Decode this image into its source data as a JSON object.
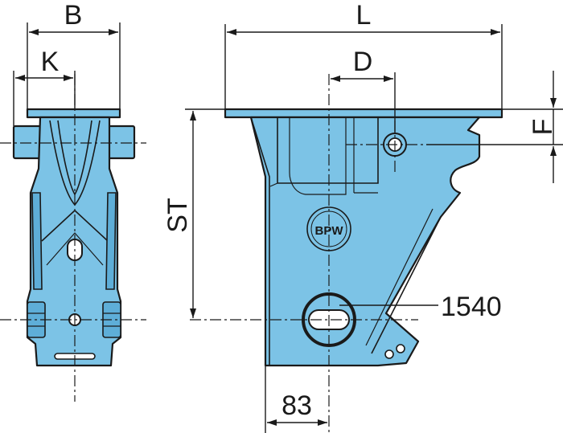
{
  "dimensions": {
    "B": "B",
    "K": "K",
    "L": "L",
    "D": "D",
    "F": "F",
    "ST": "ST",
    "callout": "1540",
    "offset": "83"
  },
  "logo_text": "BPW",
  "colors": {
    "part_fill": "#7cc3e6",
    "outline": "#1a1a1a"
  }
}
